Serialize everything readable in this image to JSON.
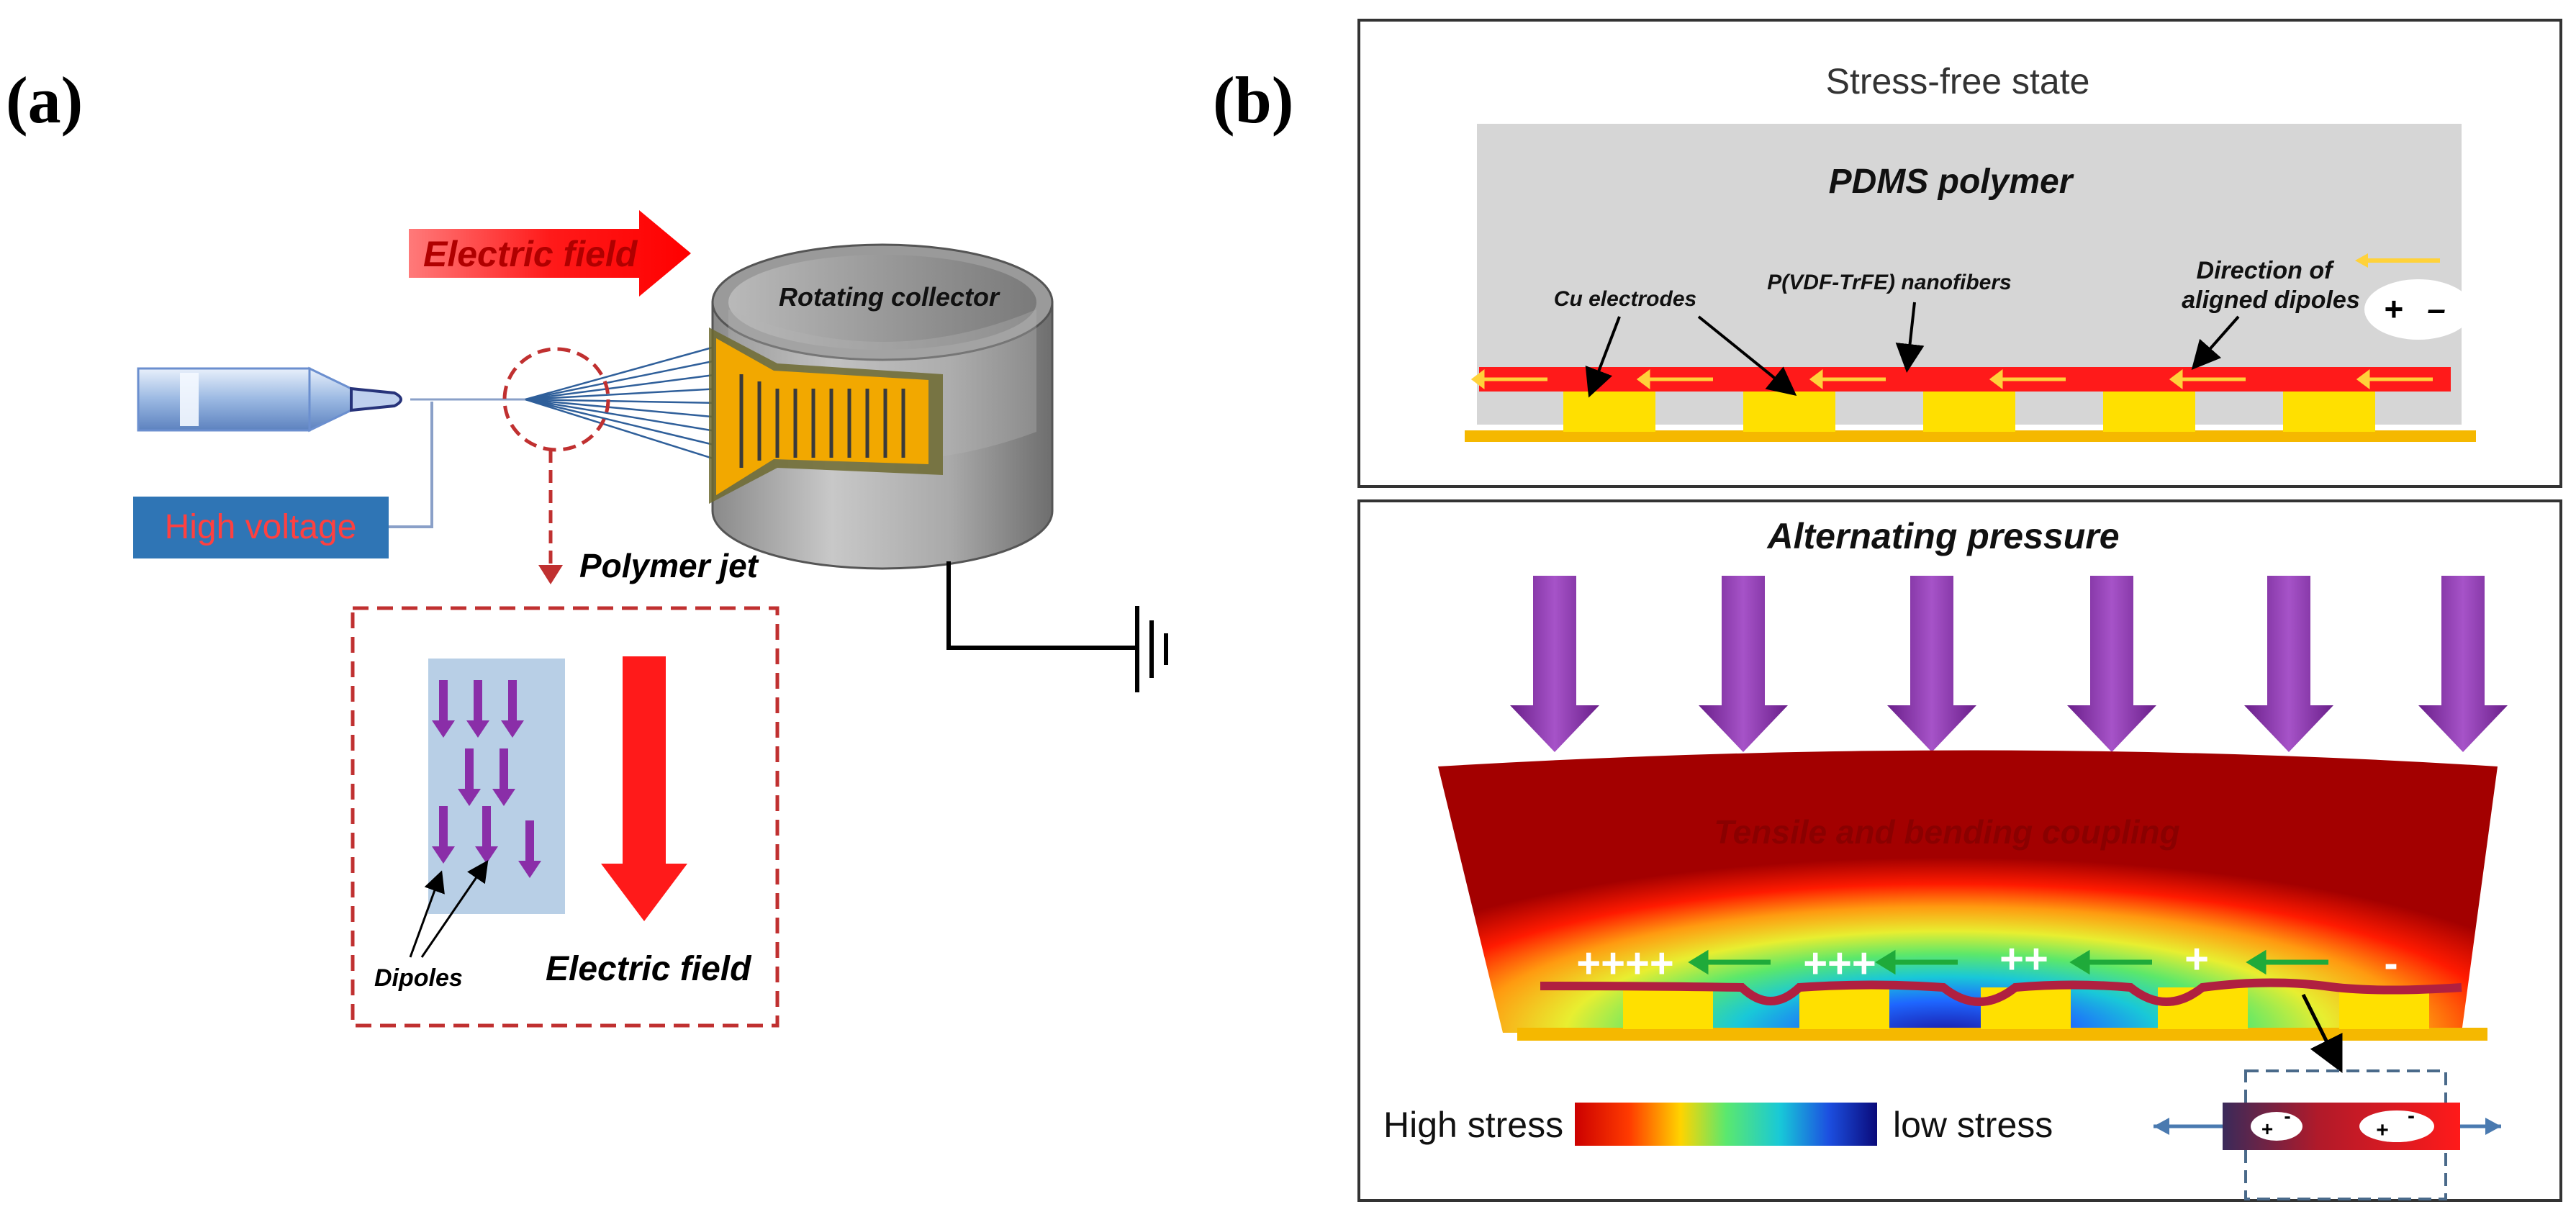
{
  "panel_a": {
    "label": "(a)",
    "electric_field_top": "Electric field",
    "rotating_collector": "Rotating collector",
    "high_voltage": "High voltage",
    "polymer_jet": "Polymer jet",
    "dipoles": "Dipoles",
    "electric_field_inset": "Electric field"
  },
  "panel_b": {
    "label": "(b)",
    "stress_free_state": "Stress-free state",
    "pdms_polymer": "PDMS polymer",
    "cu_electrodes": "Cu electrodes",
    "nanofibers": "P(VDF-TrFE) nanofibers",
    "direction_line1": "Direction of",
    "direction_line2": "aligned dipoles",
    "dipole_plus": "+",
    "dipole_minus": "–",
    "alternating_pressure": "Alternating pressure",
    "tensile_bending": "Tensile and bending coupling",
    "charges": [
      "++++",
      "+++",
      "++",
      "+",
      "-"
    ],
    "high_stress": "High stress",
    "low_stress": "low stress",
    "inset_plus": "+",
    "inset_minus": "-"
  },
  "colors": {
    "red": "#ff1a1a",
    "purple": "#8a2ea8",
    "electrode_yellow": "#ffe000",
    "substrate_orange": "#f5b800",
    "pdms_gray": "#d6d6d6",
    "dark_red": "#a00000"
  }
}
